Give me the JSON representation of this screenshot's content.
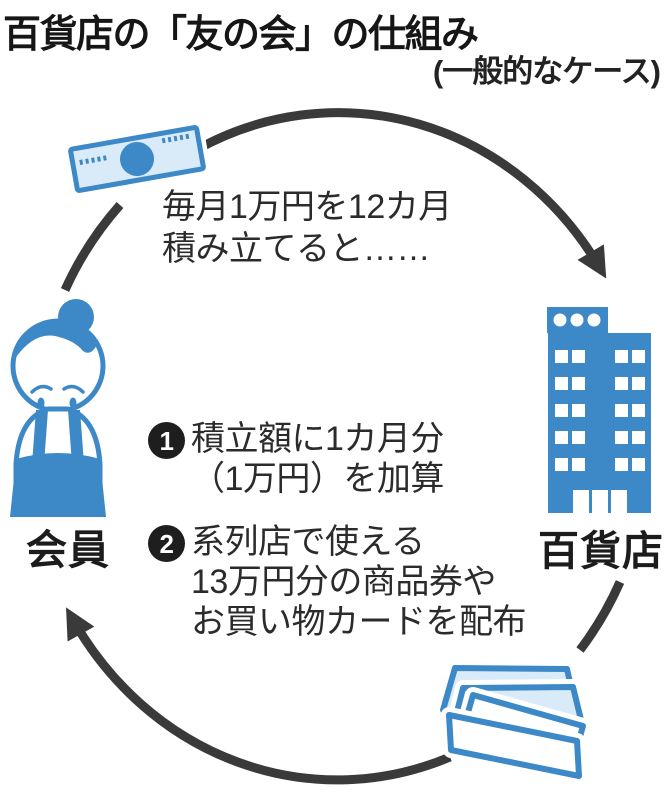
{
  "header": {
    "title": "百貨店の「友の会」の仕組み",
    "subtitle": "(一般的なケース)"
  },
  "cycle": {
    "deposit_caption": {
      "line1": "毎月1万円を12カ月",
      "line2": "積み立てると……"
    },
    "steps": [
      {
        "num": "1",
        "lines": [
          "積立額に1カ月分",
          "（1万円）を加算"
        ]
      },
      {
        "num": "2",
        "lines": [
          "系列店で使える",
          "13万円分の商品券や",
          "お買い物カードを配布"
        ]
      }
    ],
    "member_label": "会員",
    "store_label": "百貨店"
  },
  "icons": {
    "member": "woman-member-icon",
    "store": "department-store-building-icon",
    "deposit": "banknote-icon",
    "rewards": "gift-card-stack-icon",
    "flow_top": "clockwise-arc-arrow",
    "flow_bottom": "clockwise-arc-arrow"
  },
  "colors": {
    "brand_blue": "#3d88c7",
    "light_blue": "#d9eaf8",
    "arrow_dark": "#3a3a3a",
    "text_dark": "#2b2b2b",
    "badge_black": "#1e1e1e"
  }
}
